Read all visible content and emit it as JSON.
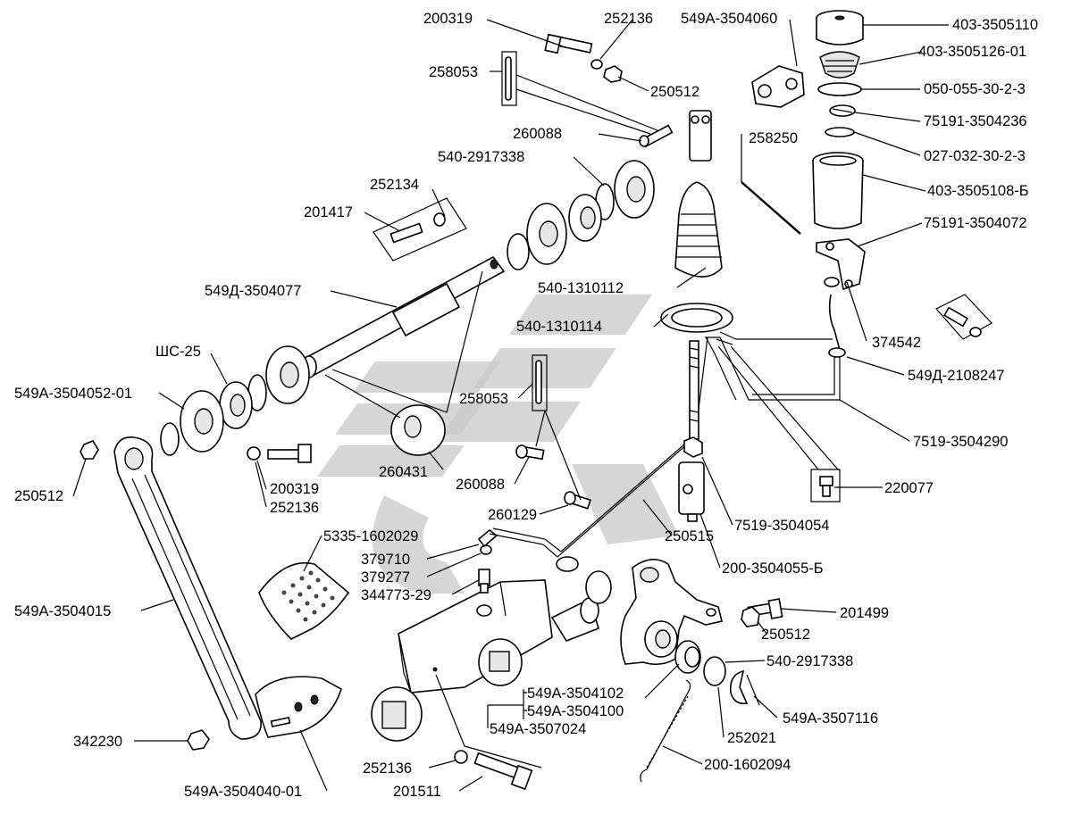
{
  "labels": {
    "l200319_top": "200319",
    "l252136_top": "252136",
    "l549A_3504060": "549А-3504060",
    "l403_3505110": "403-3505110",
    "l403_3505126_01": "403-3505126-01",
    "l258053_top": "258053",
    "l250512_top": "250512",
    "l050_055": "050-055-30-2-3",
    "l75191_3504236": "75191-3504236",
    "l260088_top": "260088",
    "l258250": "258250",
    "l027_032": "027-032-30-2-3",
    "l540_2917338_top": "540-2917338",
    "l403_3505108": "403-3505108-Б",
    "l252134": "252134",
    "l201417": "201417",
    "l75191_3504072": "75191-3504072",
    "l549D_3504077": "549Д-3504077",
    "l540_1310112": "540-1310112",
    "l540_1310114": "540-1310114",
    "l374542": "374542",
    "lSHC25": "ШС-25",
    "l549D_2108247": "549Д-2108247",
    "l549A_3504052": "549А-3504052-01",
    "l258053_mid": "258053",
    "l7519_3504290": "7519-3504290",
    "l250512_left": "250512",
    "l260431": "260431",
    "l200319_mid": "200319",
    "l260088_mid": "260088",
    "l252136_mid": "252136",
    "l220077": "220077",
    "l260129": "260129",
    "l7519_3504054": "7519-3504054",
    "l5335_1602029": "5335-1602029",
    "l250515": "250515",
    "l379710": "379710",
    "l200_3504055": "200-3504055-Б",
    "l379277": "379277",
    "l344773_29": "344773-29",
    "l201499": "201499",
    "l549A_3504015": "549А-3504015",
    "l250512_right": "250512",
    "l540_2917338_bot": "540-2917338",
    "l549A_3504102": "549А-3504102",
    "l549A_3504100": "549А-3504100",
    "l549A_3507116": "549А-3507116",
    "l549A_3507024": "549А-3507024",
    "l252021": "252021",
    "l342230": "342230",
    "l200_1602094": "200-1602094",
    "l252136_bot": "252136",
    "l549A_3504040": "549А-3504040-01",
    "l201511": "201511"
  }
}
